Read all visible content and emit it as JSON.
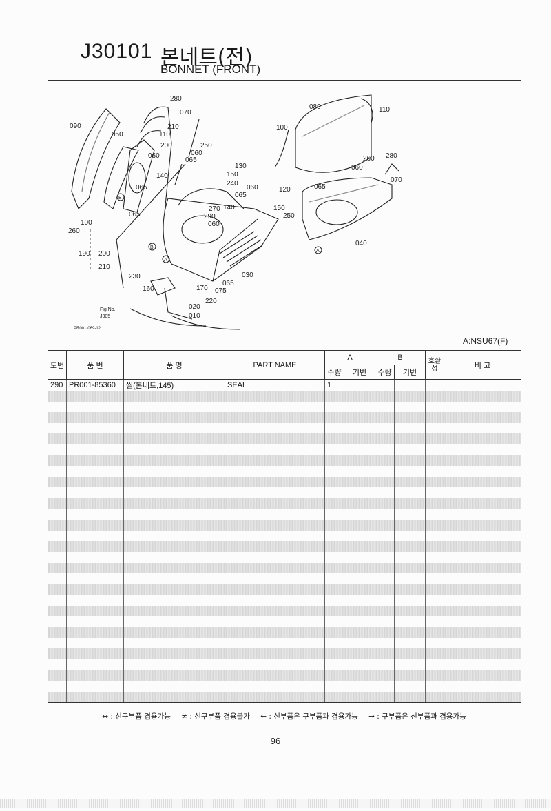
{
  "header": {
    "code": "J30101",
    "title_ko": "본네트(전)",
    "title_en": "BONNET (FRONT)"
  },
  "figure": {
    "fig_no_label": "Fig.No.",
    "fig_no_value": "J305",
    "drawing_ref": "PR001-069-12",
    "callouts": [
      "280",
      "070",
      "090",
      "210",
      "050",
      "110",
      "200",
      "250",
      "060",
      "065",
      "130",
      "150",
      "240",
      "140",
      "060",
      "065",
      "120",
      "270",
      "140",
      "290",
      "060",
      "150",
      "250",
      "065",
      "100",
      "260",
      "190",
      "200",
      "210",
      "030",
      "230",
      "160",
      "170",
      "075",
      "220",
      "020",
      "010",
      "080",
      "110",
      "100",
      "260",
      "280",
      "060",
      "070",
      "065",
      "040"
    ],
    "markers": [
      "A",
      "B"
    ]
  },
  "model_note": "A:NSU67(F)",
  "table": {
    "headers": {
      "ref": "도번",
      "part_no": "품 번",
      "part_name_ko": "품 명",
      "part_name_en": "PART NAME",
      "group_a": "A",
      "group_b": "B",
      "qty": "수량",
      "base": "기번",
      "compat": "호환성",
      "remarks": "비 고"
    },
    "rows": [
      {
        "ref": "290",
        "part_no": "PR001-85360",
        "name_ko": "씰(본네트,145)",
        "name_en": "SEAL",
        "qty_a": "1",
        "base_a": "",
        "qty_b": "",
        "base_b": "",
        "compat": "",
        "remarks": ""
      }
    ]
  },
  "legend": [
    "↔ : 신구부품 겸용가능",
    "≠ : 신구부품 겸용불가",
    "← : 신부품은 구부품과 겸용가능",
    "→ : 구부품은 신부품과 겸용가능"
  ],
  "page_number": "96"
}
